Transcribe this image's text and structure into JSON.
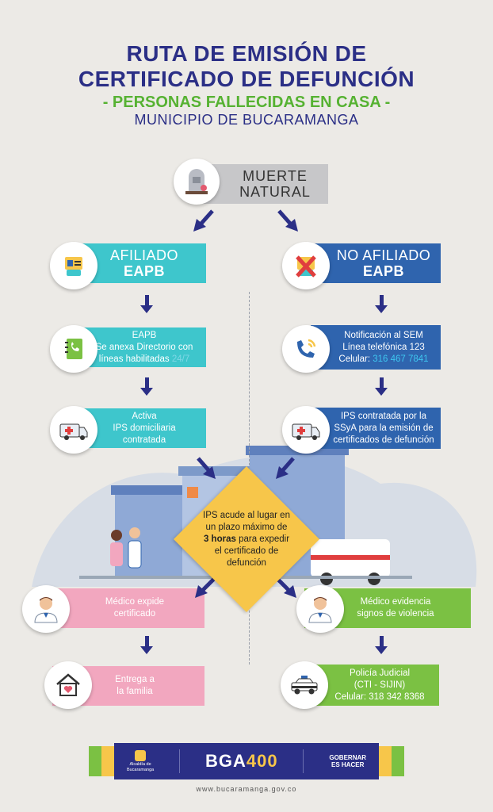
{
  "header": {
    "title_line1": "RUTA DE EMISIÓN DE",
    "title_line2": "CERTIFICADO DE DEFUNCIÓN",
    "subtitle": "- PERSONAS FALLECIDAS EN CASA -",
    "municipality": "MUNICIPIO DE BUCARAMANGA"
  },
  "start": {
    "line1": "MUERTE",
    "line2": "NATURAL",
    "icon": "gravestone-icon"
  },
  "left": {
    "header": {
      "line1": "AFILIADO",
      "line2": "EAPB",
      "icon": "id-card-icon"
    },
    "step1": {
      "line1": "EAPB",
      "line2": "Se anexa Directorio con",
      "line3": "líneas habilitadas",
      "line3_extra": "24/7",
      "icon": "phone-book-icon"
    },
    "step2": {
      "line1": "Activa",
      "line2": "IPS domiciliaria",
      "line3": "contratada",
      "icon": "ambulance-icon"
    },
    "result1": {
      "line1": "Médico  expide",
      "line2": "certificado",
      "icon": "doctor-icon"
    },
    "result2": {
      "line1": "Entrega a",
      "line2": "la familia",
      "icon": "house-heart-icon"
    }
  },
  "right": {
    "header": {
      "line1": "NO AFILIADO",
      "line2": "EAPB",
      "icon": "crossed-id-card-icon"
    },
    "step1": {
      "line1": "Notificación al SEM",
      "line2": "Línea telefónica 123",
      "line3_label": "Celular:",
      "line3_value": "316 467 7841",
      "icon": "phone-icon"
    },
    "step2": {
      "line1": "IPS contratada por la",
      "line2": "SSyA  para la emisión de",
      "line3": "certificados de defunción",
      "icon": "ambulance-icon"
    },
    "result1": {
      "line1": "Médico evidencia",
      "line2": "signos de violencia",
      "icon": "doctor-icon"
    },
    "result2": {
      "line1": "Policía Judicial",
      "line2": "(CTI - SIJIN)",
      "line3": "Celular: 318 342 8368",
      "icon": "police-car-icon"
    }
  },
  "center": {
    "part1": "IPS acude al lugar en un plazo máximo de",
    "bold": "3 horas",
    "part2": "para expedir el certificado de defunción"
  },
  "footer": {
    "alcaldia_line1": "Alcaldía de",
    "alcaldia_line2": "Bucaramanga",
    "brand_main": "BGA",
    "brand_num": "400",
    "slogan_line1": "GOBERNAR",
    "slogan_line2": "ES HACER",
    "url": "www.bucaramanga.gov.co"
  },
  "colors": {
    "navy": "#2b2f86",
    "teal": "#3ec6cc",
    "blue": "#2f64ae",
    "pink": "#f2a7bf",
    "green": "#7bc143",
    "yellow": "#f7c64a",
    "gray": "#c7c7c9"
  }
}
